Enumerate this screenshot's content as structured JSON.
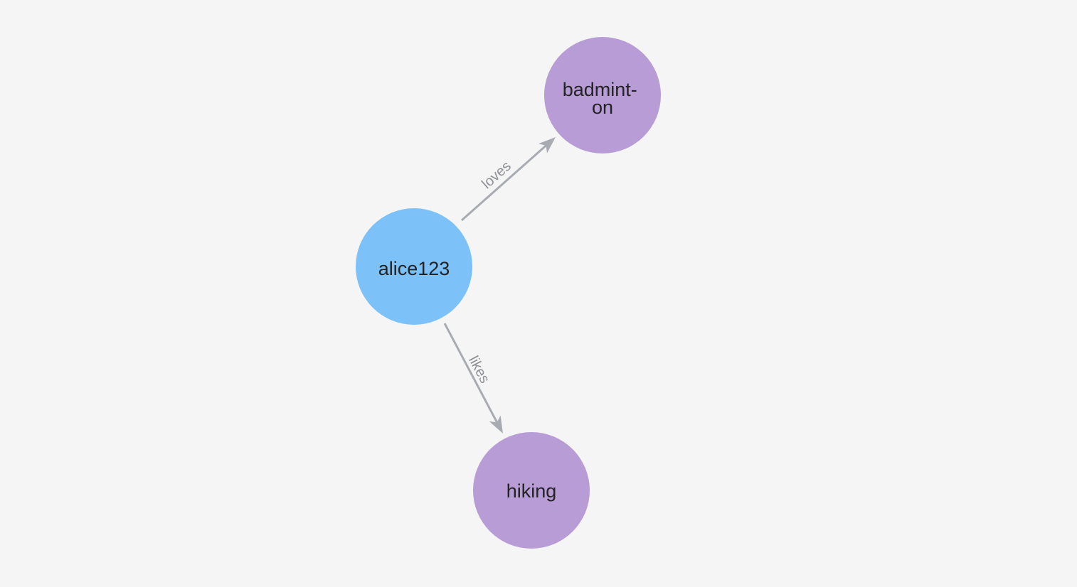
{
  "page": {
    "background": "#f4f5f4"
  },
  "graph": {
    "style": {
      "node_label_color": "#232323",
      "edge_color": "#a9abb2",
      "edge_label_color": "#8f9196",
      "person_node_color": "#7cc1f8",
      "topic_node_color": "#b89cd6"
    },
    "nodes": [
      {
        "id": "alice123",
        "label_lines": [
          "alice123"
        ],
        "color": "#7cc1f8"
      },
      {
        "id": "badminton",
        "label_lines": [
          "badmint-",
          "on"
        ],
        "color": "#b89cd6"
      },
      {
        "id": "hiking",
        "label_lines": [
          "hiking"
        ],
        "color": "#b89cd6"
      }
    ],
    "edges": [
      {
        "from": "alice123",
        "to": "badminton",
        "label": "loves"
      },
      {
        "from": "alice123",
        "to": "hiking",
        "label": "likes"
      }
    ]
  }
}
